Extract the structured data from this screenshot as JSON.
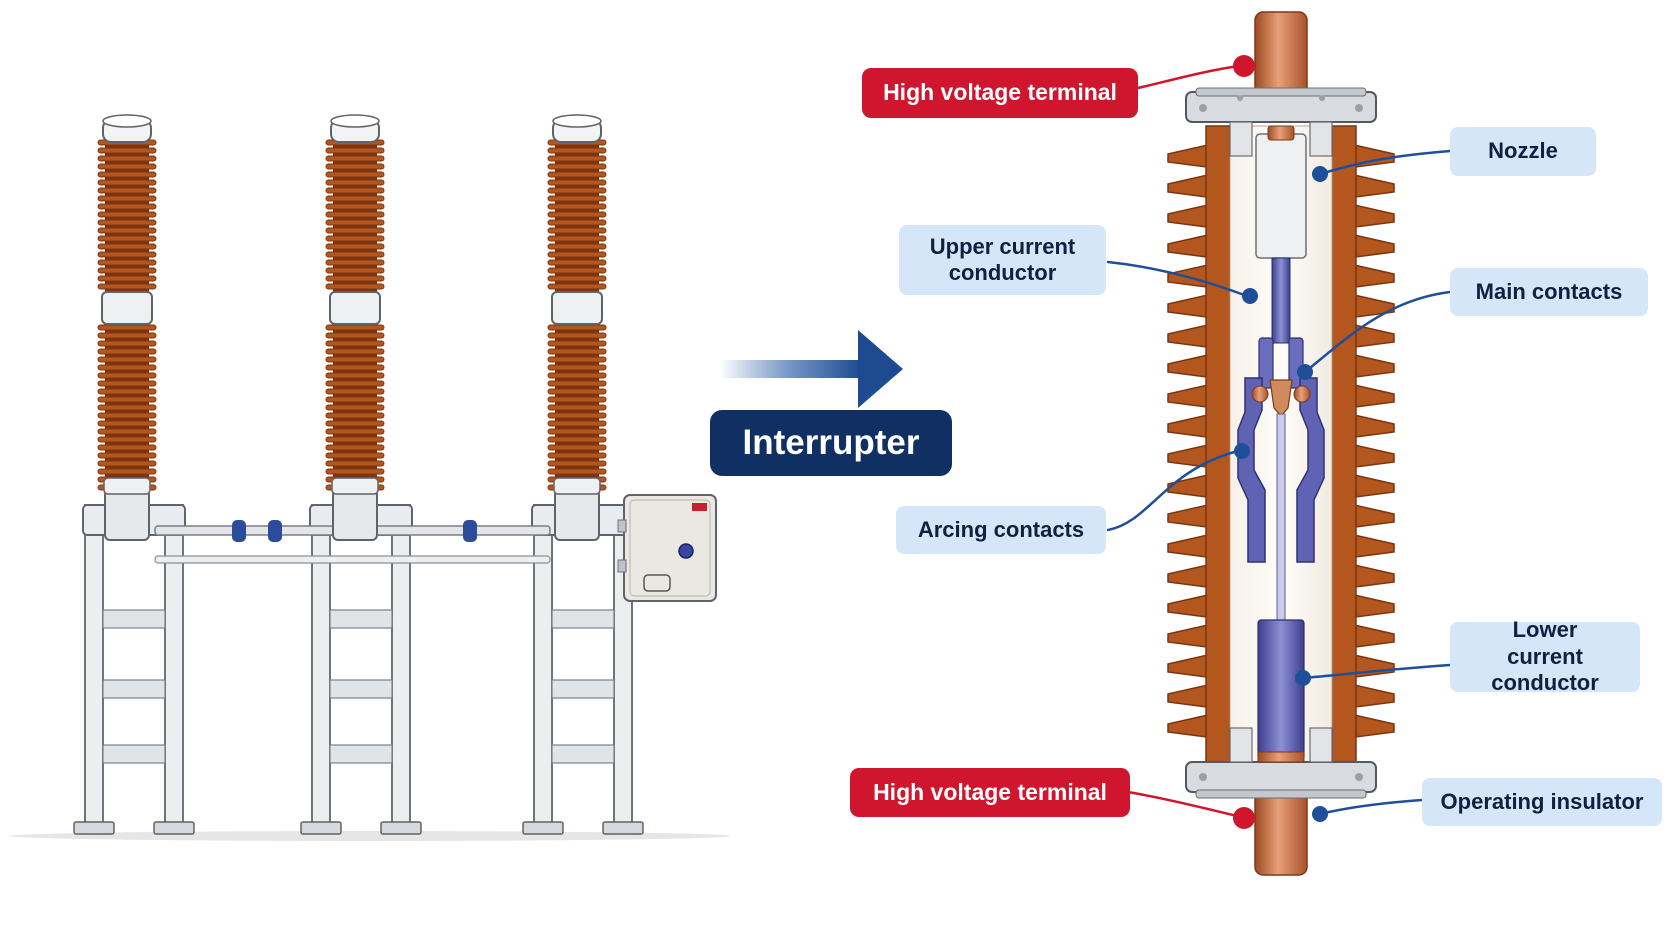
{
  "title": "Interrupter",
  "labels": {
    "hv_terminal_top": "High voltage terminal",
    "hv_terminal_bottom": "High voltage terminal",
    "nozzle": "Nozzle",
    "upper_current_conductor": "Upper current conductor",
    "main_contacts": "Main contacts",
    "arcing_contacts": "Arcing contacts",
    "lower_current_conductor": "Lower current conductor",
    "operating_insulator": "Operating insulator"
  },
  "colors": {
    "porcelain": "#b4571f",
    "porcelain_dark": "#7c3510",
    "copper": "#cd7443",
    "blue_label_bg": "#d5e6f9",
    "red_label_bg": "#d0162e",
    "title_bg": "#102f62",
    "leader_blue": "#1f4f99",
    "leader_red": "#d0162e",
    "contact_purple": "#5f62b4",
    "frame_gray": "#d8dbdf"
  }
}
